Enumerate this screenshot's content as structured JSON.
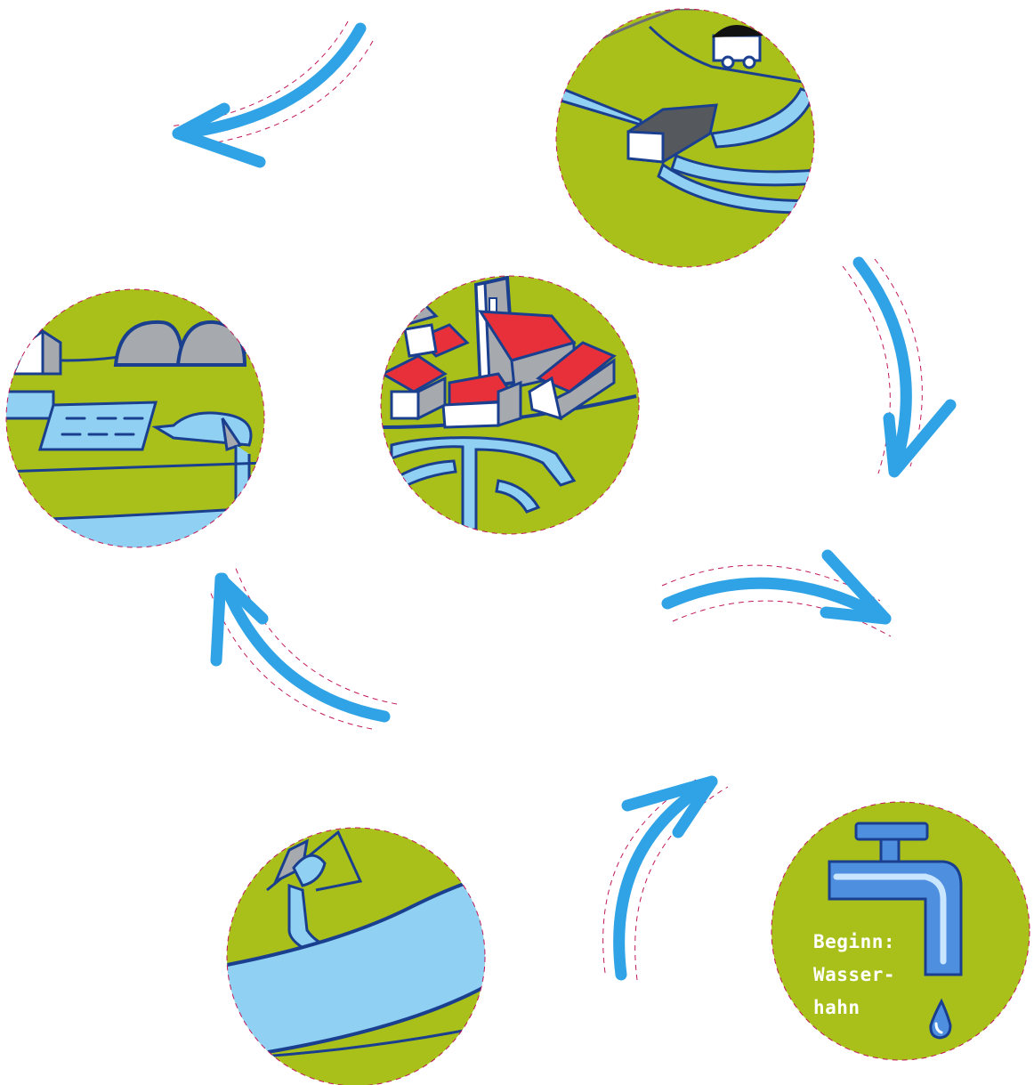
{
  "colors": {
    "background": "#ffffff",
    "land": "#a9c01a",
    "water": "#8fd0f3",
    "outline": "#1a3f8f",
    "arrow": "#2fa3e6",
    "cut_line": "#c2185b",
    "roof": "#e8303a",
    "wall": "#ffffff",
    "tank": "#a6a9ad",
    "tap": "#4f8fe0",
    "label": "#ffffff"
  },
  "icons": [
    "treatment-plant-icon",
    "village-icon",
    "sewage-outlet-icon",
    "river-intake-icon",
    "water-tap-icon",
    "cycle-arrow-icon"
  ],
  "tap_circle": {
    "label_lines": [
      "Beginn:",
      "Wasser-",
      "hahn"
    ]
  }
}
